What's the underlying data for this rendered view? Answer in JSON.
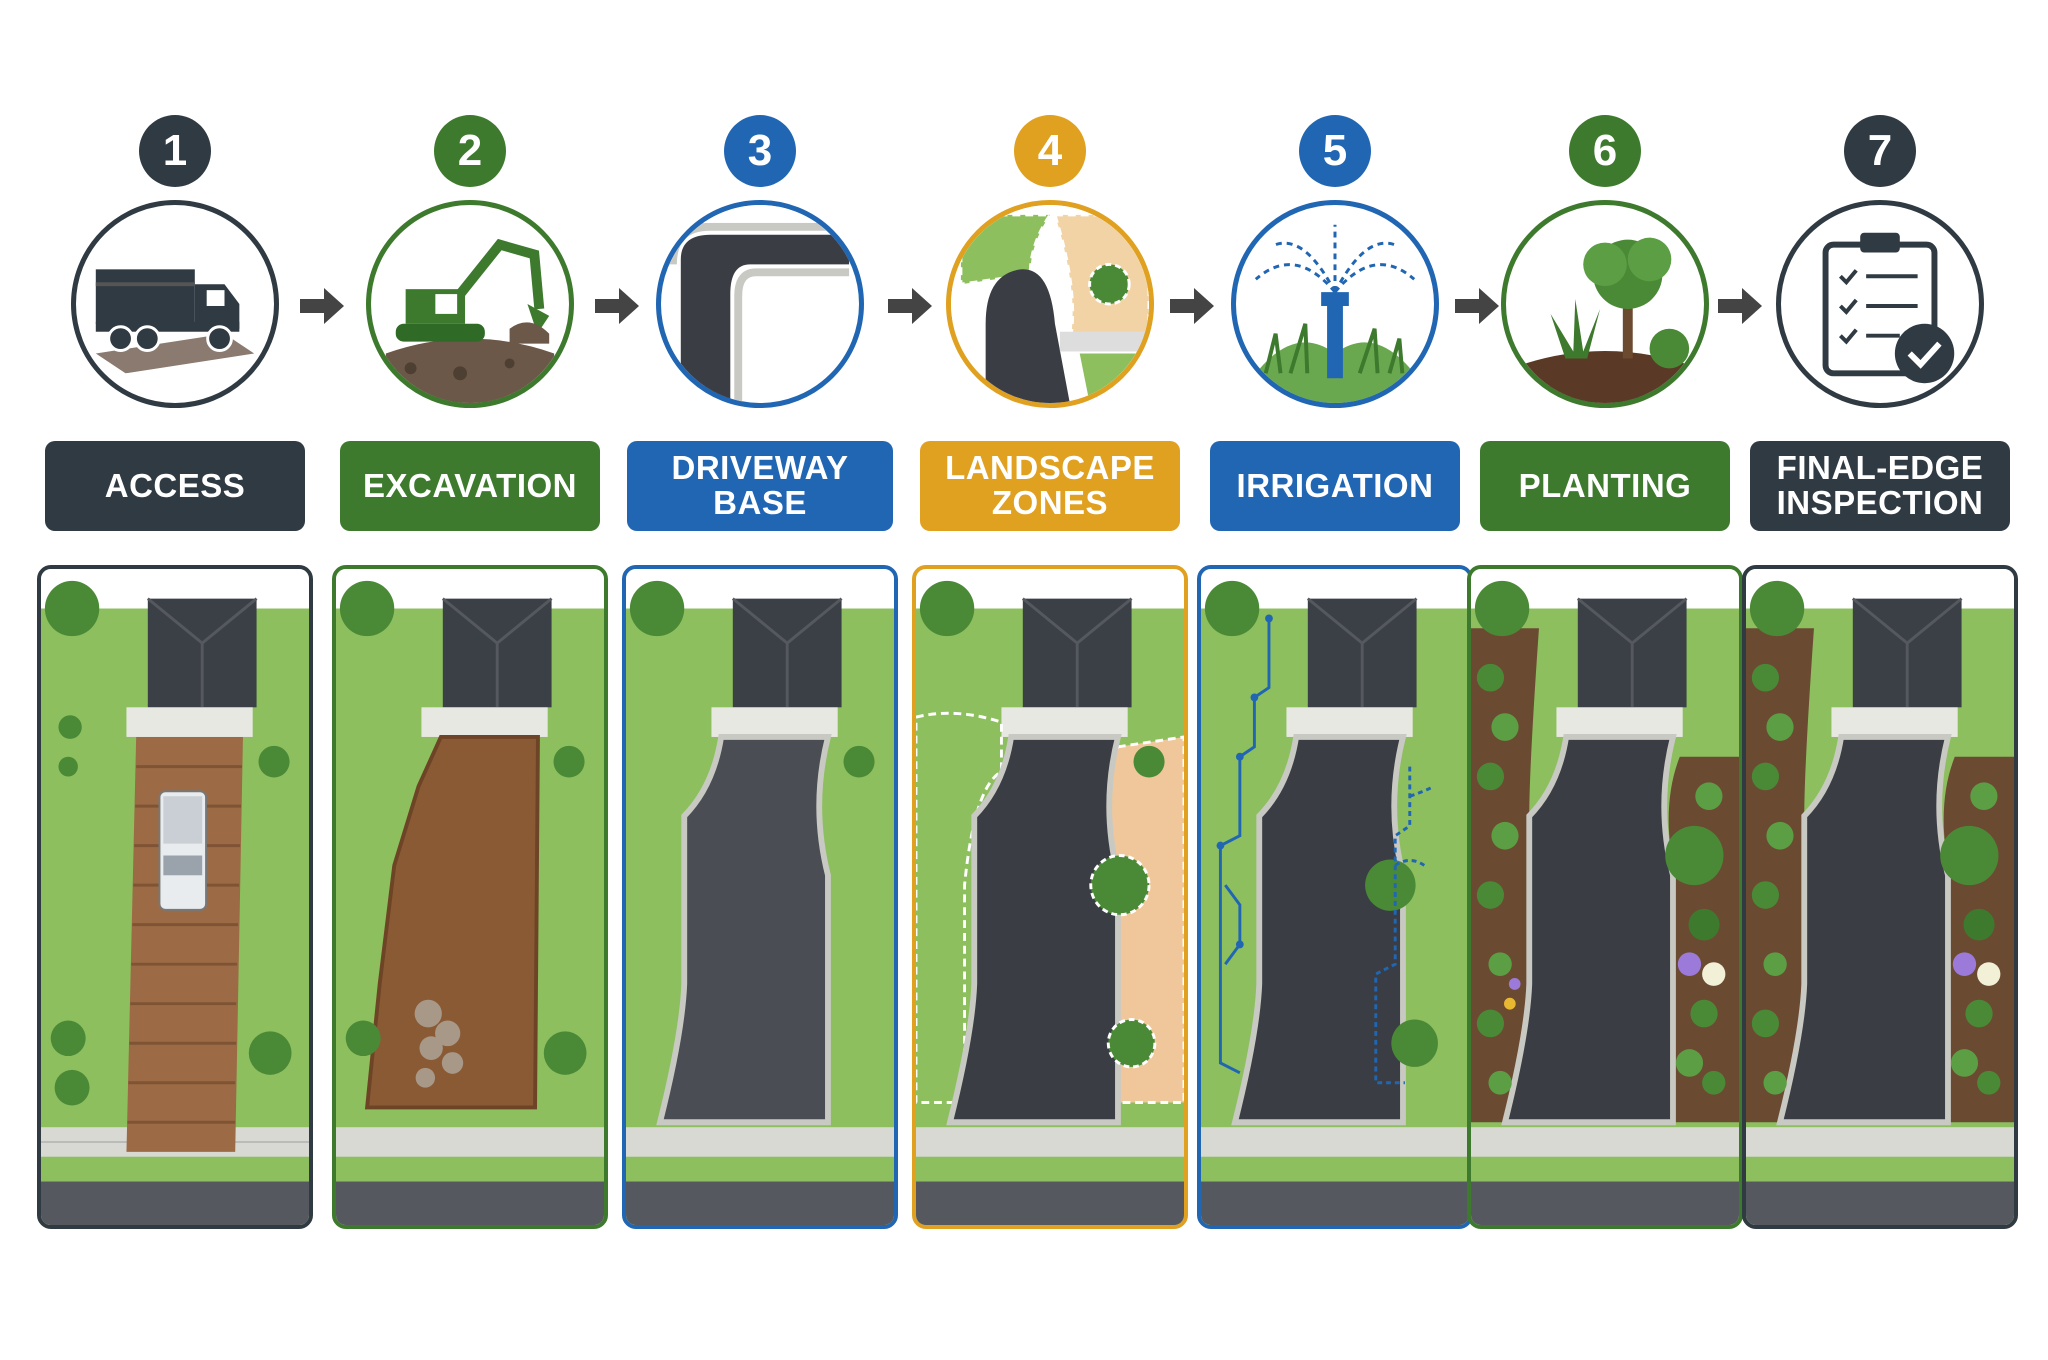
{
  "colors": {
    "dark": "#2f3a42",
    "green": "#3d7a2d",
    "blue": "#2166b3",
    "orange": "#e0a020"
  },
  "steps": [
    {
      "number": "1",
      "label": "ACCESS",
      "icon": "dump-truck-icon",
      "color": "#2f3a42"
    },
    {
      "number": "2",
      "label": "EXCAVATION",
      "icon": "excavator-icon",
      "color": "#3d7a2d"
    },
    {
      "number": "3",
      "label": "DRIVEWAY BASE",
      "icon": "driveway-curve-icon",
      "color": "#2166b3"
    },
    {
      "number": "4",
      "label": "LANDSCAPE\nZONES",
      "icon": "zoning-map-icon",
      "color": "#e0a020"
    },
    {
      "number": "5",
      "label": "IRRIGATION",
      "icon": "sprinkler-icon",
      "color": "#2166b3"
    },
    {
      "number": "6",
      "label": "PLANTING",
      "icon": "tree-planting-icon",
      "color": "#3d7a2d"
    },
    {
      "number": "7",
      "label": "FINAL-EDGE\nINSPECTION",
      "icon": "checklist-clipboard-icon",
      "color": "#2f3a42"
    }
  ]
}
